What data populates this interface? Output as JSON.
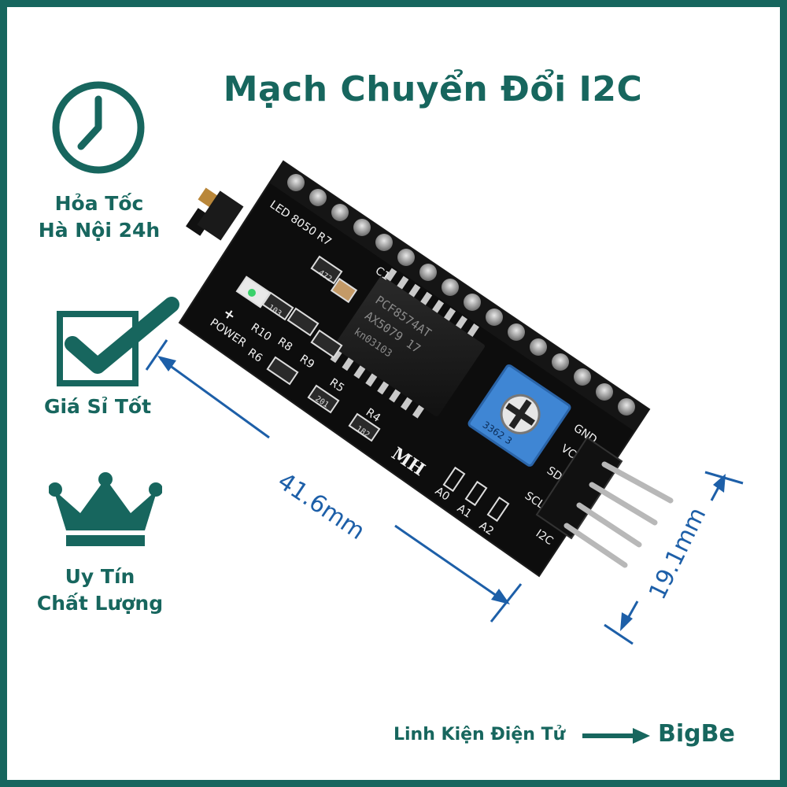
{
  "title": "Mạch Chuyển Đổi I2C",
  "features": [
    {
      "icon": "clock-icon",
      "line1": "Hỏa Tốc",
      "line2": "Hà Nội 24h"
    },
    {
      "icon": "checkbox-icon",
      "line1": "Giá Sỉ Tốt",
      "line2": ""
    },
    {
      "icon": "crown-icon",
      "line1": "Uy Tín",
      "line2": "Chất Lượng"
    }
  ],
  "dimensions": {
    "length": "41.6mm",
    "width": "19.1mm"
  },
  "board": {
    "silkscreen": {
      "led": "LED 8050 R7",
      "c1": "C1",
      "power": "POWER",
      "plus": "+",
      "r10": "R10",
      "r8": "R8",
      "r9": "R9",
      "r6": "R6",
      "r5": "R5",
      "r4": "R4",
      "mh": "MH",
      "a0": "A0",
      "a1": "A1",
      "a2": "A2",
      "gnd": "GND",
      "vcc": "VCC",
      "sda": "SDA",
      "scl": "SCL",
      "i2c": "I2C",
      "chip_line1": "PCF8574AT",
      "chip_line2": "AX5079 17",
      "chip_line3": "kn03103",
      "pot": "3362 3",
      "r_a": "472",
      "r_b": "103",
      "r_c": "201",
      "r_d": "182"
    }
  },
  "footer": {
    "text": "Linh Kiện Điện Tử",
    "brand": "BigBe"
  },
  "colors": {
    "brand": "#17665e",
    "dimension": "#1d5fa8",
    "board": "#0d0d0d",
    "pot": "#3f86d4"
  }
}
